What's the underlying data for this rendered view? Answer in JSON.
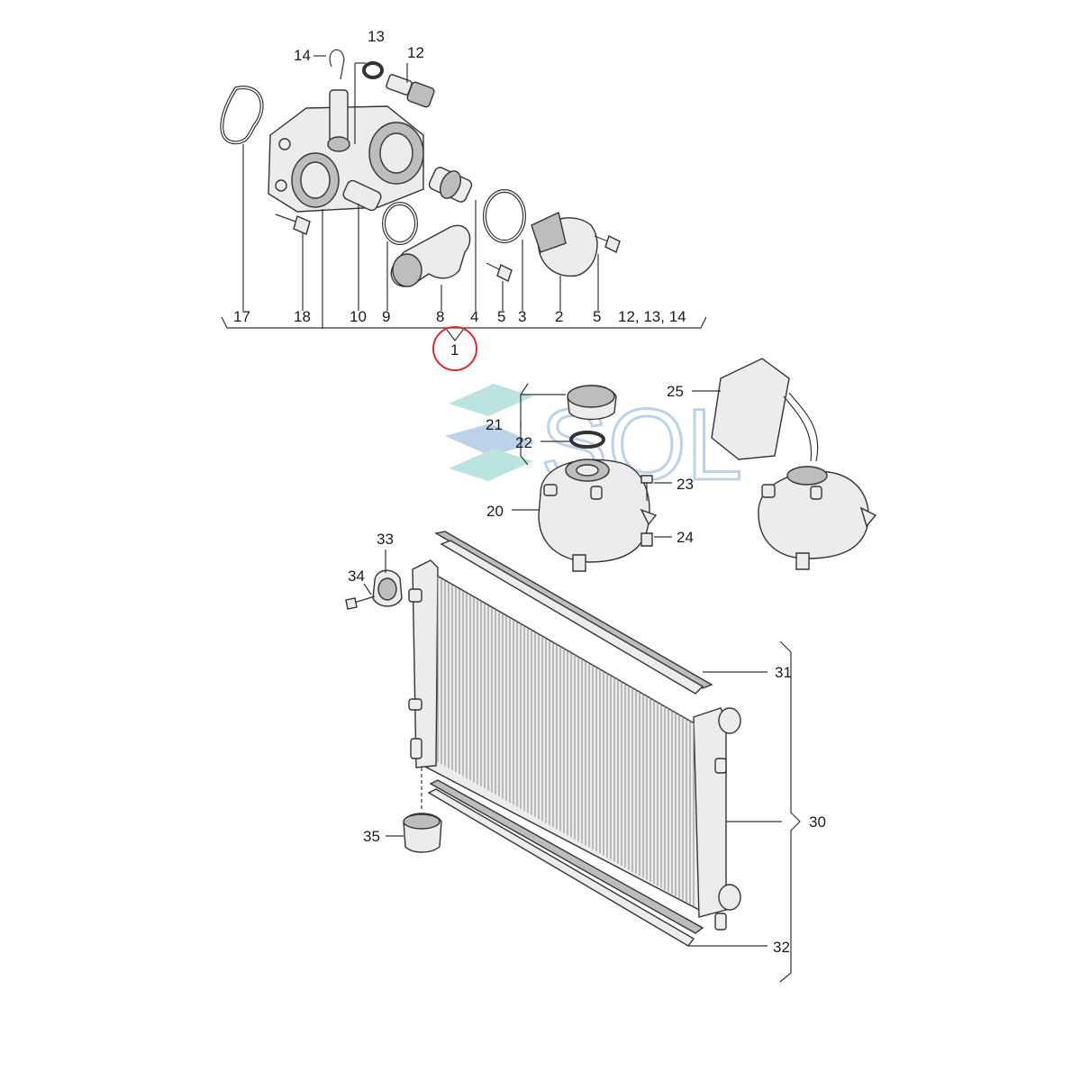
{
  "callouts": {
    "top_row": [
      "17",
      "18",
      "10",
      "9",
      "8",
      "4",
      "5",
      "3",
      "2",
      "5",
      "12, 13, 14"
    ],
    "n1": "1",
    "n2": "2",
    "n3": "3",
    "n4": "4",
    "n5": "5",
    "n8": "8",
    "n9": "9",
    "n10": "10",
    "n12": "12",
    "n13": "13",
    "n14": "14",
    "n17": "17",
    "n18": "18",
    "n20": "20",
    "n21": "21",
    "n22": "22",
    "n23": "23",
    "n24": "24",
    "n25": "25",
    "n30": "30",
    "n31": "31",
    "n32": "32",
    "n33": "33",
    "n34": "34",
    "n35": "35"
  },
  "watermark": "SOL",
  "colors": {
    "highlight_circle": "#e0282e",
    "watermark_blue": "#3f7fc1",
    "watermark_teal": "#3fb0a8"
  }
}
